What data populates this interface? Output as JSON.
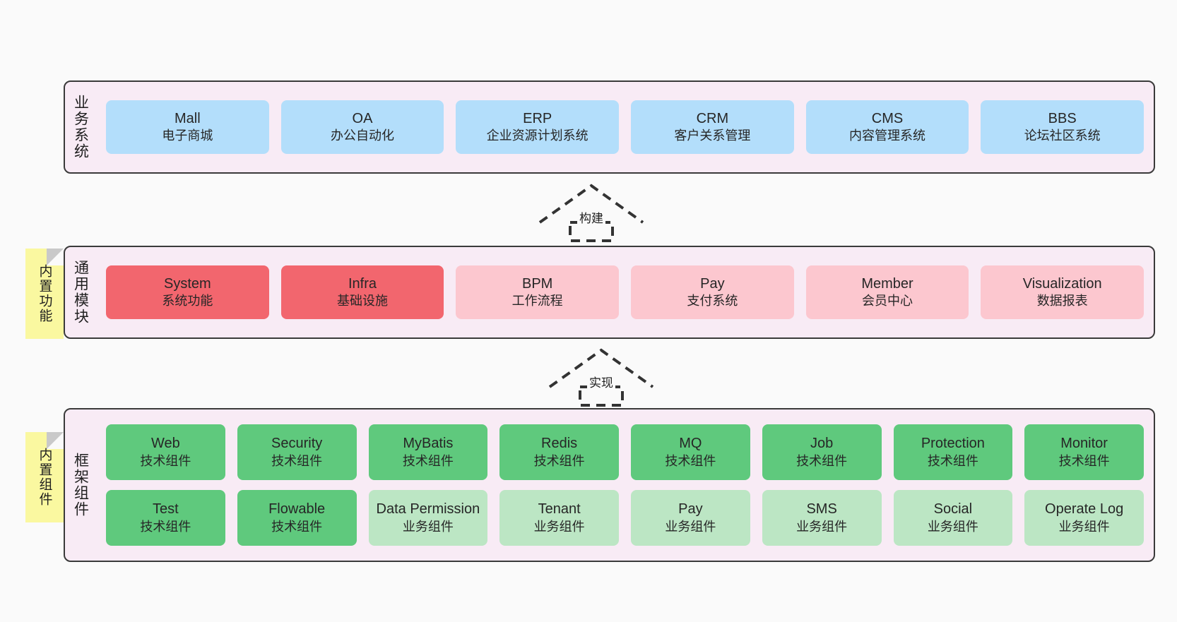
{
  "diagram": {
    "layers": [
      {
        "id": "business",
        "caption": "业务系统",
        "rows": [
          {
            "nodes": [
              {
                "title": "Mall",
                "sub": "电子商城",
                "style": "blue"
              },
              {
                "title": "OA",
                "sub": "办公自动化",
                "style": "blue"
              },
              {
                "title": "ERP",
                "sub": "企业资源计划系统",
                "style": "blue"
              },
              {
                "title": "CRM",
                "sub": "客户关系管理",
                "style": "blue"
              },
              {
                "title": "CMS",
                "sub": "内容管理系统",
                "style": "blue"
              },
              {
                "title": "BBS",
                "sub": "论坛社区系统",
                "style": "blue"
              }
            ]
          }
        ]
      },
      {
        "id": "common",
        "caption": "通用模块",
        "sticky": "内置功能",
        "rows": [
          {
            "nodes": [
              {
                "title": "System",
                "sub": "系统功能",
                "style": "red"
              },
              {
                "title": "Infra",
                "sub": "基础设施",
                "style": "red"
              },
              {
                "title": "BPM",
                "sub": "工作流程",
                "style": "pink"
              },
              {
                "title": "Pay",
                "sub": "支付系统",
                "style": "pink"
              },
              {
                "title": "Member",
                "sub": "会员中心",
                "style": "pink"
              },
              {
                "title": "Visualization",
                "sub": "数据报表",
                "style": "pink"
              }
            ]
          }
        ]
      },
      {
        "id": "frame",
        "caption": "框架组件",
        "sticky": "内置组件",
        "rows": [
          {
            "nodes": [
              {
                "title": "Web",
                "sub": "技术组件",
                "style": "green"
              },
              {
                "title": "Security",
                "sub": "技术组件",
                "style": "green"
              },
              {
                "title": "MyBatis",
                "sub": "技术组件",
                "style": "green"
              },
              {
                "title": "Redis",
                "sub": "技术组件",
                "style": "green"
              },
              {
                "title": "MQ",
                "sub": "技术组件",
                "style": "green"
              },
              {
                "title": "Job",
                "sub": "技术组件",
                "style": "green"
              },
              {
                "title": "Protection",
                "sub": "技术组件",
                "style": "green"
              },
              {
                "title": "Monitor",
                "sub": "技术组件",
                "style": "green"
              }
            ]
          },
          {
            "nodes": [
              {
                "title": "Test",
                "sub": "技术组件",
                "style": "green"
              },
              {
                "title": "Flowable",
                "sub": "技术组件",
                "style": "green"
              },
              {
                "title": "Data Permission",
                "sub": "业务组件",
                "style": "green-light"
              },
              {
                "title": "Tenant",
                "sub": "业务组件",
                "style": "green-light"
              },
              {
                "title": "Pay",
                "sub": "业务组件",
                "style": "green-light"
              },
              {
                "title": "SMS",
                "sub": "业务组件",
                "style": "green-light"
              },
              {
                "title": "Social",
                "sub": "业务组件",
                "style": "green-light"
              },
              {
                "title": "Operate Log",
                "sub": "业务组件",
                "style": "green-light"
              }
            ]
          }
        ]
      }
    ],
    "connectors": [
      {
        "id": "build",
        "label": "构建"
      },
      {
        "id": "implement",
        "label": "实现"
      }
    ],
    "colors": {
      "canvas_background": "#FAFAFA",
      "layer_background": "#F8EBF5",
      "layer_border": "#3A3A3A",
      "blue": "#B3DEFB",
      "red": "#F2666E",
      "pink": "#FCC7CF",
      "green": "#5FC97D",
      "green_light": "#BCE6C4",
      "sticky_yellow": "#FAF8A0",
      "sticky_fold": "#C9C9C9",
      "connector_stroke": "#333333"
    }
  }
}
